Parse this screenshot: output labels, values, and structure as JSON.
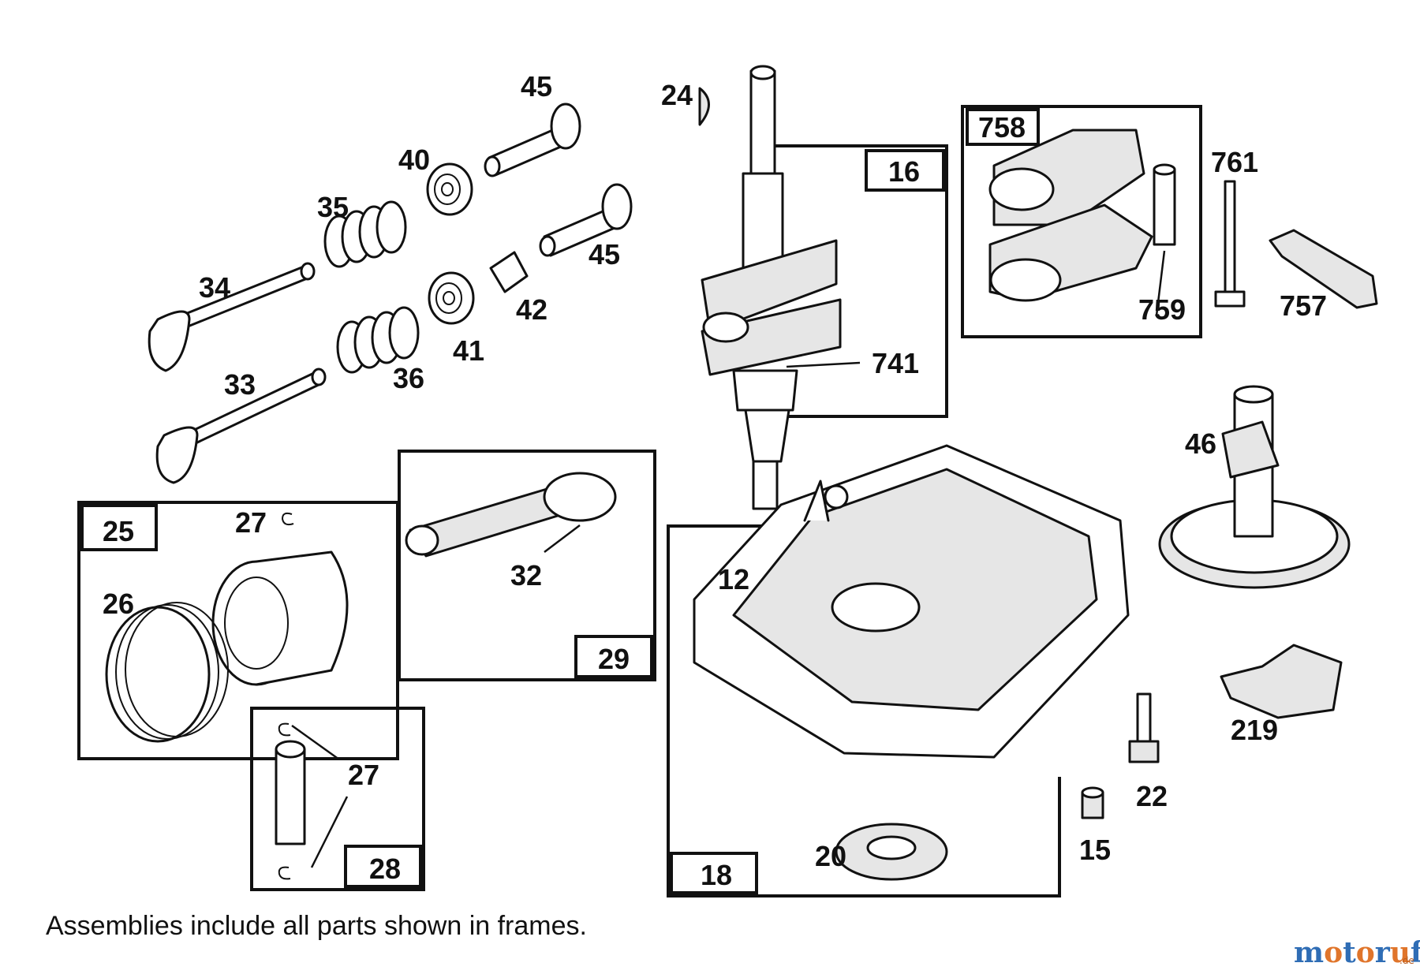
{
  "diagram": {
    "labels": {
      "p45a": "45",
      "p24": "24",
      "p40": "40",
      "p35": "35",
      "p45b": "45",
      "p34": "34",
      "p42": "42",
      "p41": "41",
      "p36": "36",
      "p33": "33",
      "p16": "16",
      "p741": "741",
      "p758": "758",
      "p759": "759",
      "p761": "761",
      "p757": "757",
      "p46": "46",
      "p25": "25",
      "p27a": "27",
      "p26": "26",
      "p29": "29",
      "p32": "32",
      "p27b": "27",
      "p28": "28",
      "p12": "12",
      "p18": "18",
      "p20": "20",
      "p22": "22",
      "p15": "15",
      "p219": "219"
    },
    "footnote": "Assemblies include all parts shown in frames."
  },
  "watermark": {
    "letters": [
      "m",
      "o",
      "t",
      "o",
      "r",
      "u",
      "f"
    ],
    "letter_colors": [
      "#2f6db5",
      "#e0752b",
      "#2f6db5",
      "#e0752b",
      "#2f6db5",
      "#e0752b",
      "#2f6db5"
    ],
    "suffix": ".de"
  }
}
